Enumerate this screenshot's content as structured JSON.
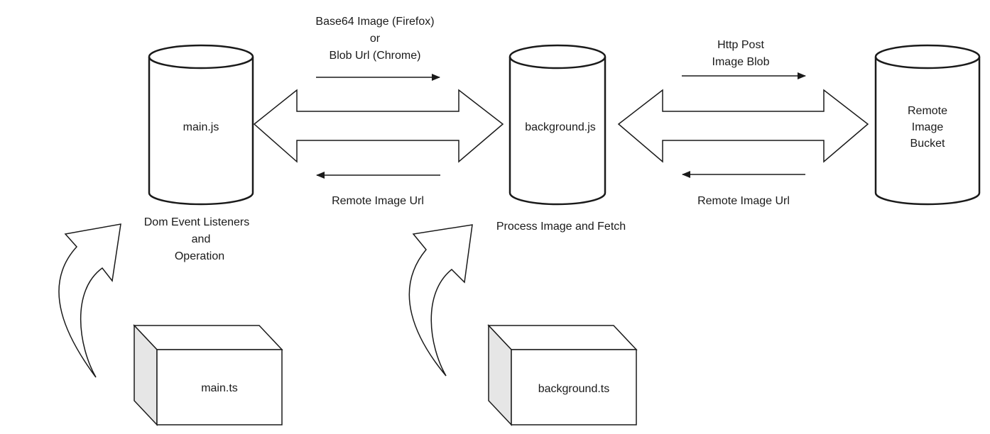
{
  "nodes": {
    "main_js": {
      "label": "main.js"
    },
    "background_js": {
      "label": "background.js"
    },
    "remote_bucket": {
      "label_lines": [
        "Remote",
        "Image",
        "Bucket"
      ]
    },
    "main_ts": {
      "label": "main.ts"
    },
    "background_ts": {
      "label": "background.ts"
    }
  },
  "edges": {
    "main_to_background": {
      "label_lines": [
        "Base64 Image (Firefox)",
        "or",
        "Blob Url (Chrome)"
      ]
    },
    "background_to_main": {
      "label": "Remote Image Url"
    },
    "background_to_bucket": {
      "label_lines": [
        "Http Post",
        "Image Blob"
      ]
    },
    "bucket_to_background": {
      "label": "Remote Image Url"
    }
  },
  "annotations": {
    "main_role": {
      "label_lines": [
        "Dom Event Listeners",
        "and",
        "Operation"
      ]
    },
    "background_role": {
      "label": "Process Image and Fetch"
    }
  },
  "colors": {
    "stroke": "#1a1a1a",
    "fill": "#ffffff",
    "box_side": "#e6e6e6"
  }
}
